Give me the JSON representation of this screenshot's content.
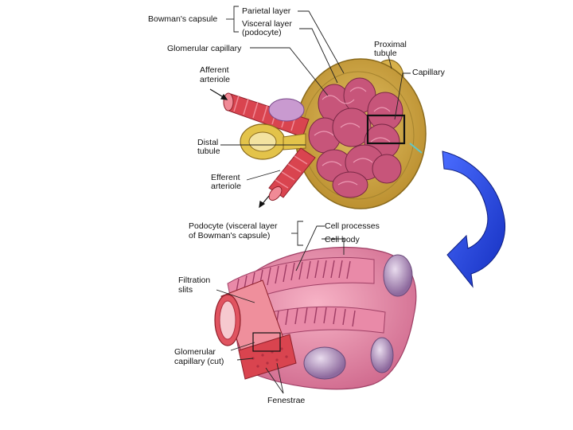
{
  "labels": {
    "bowmans_capsule": "Bowman's capsule",
    "parietal_layer": "Parietal layer",
    "visceral_layer_1": "Visceral layer",
    "visceral_layer_2": "(podocyte)",
    "glomerular_capillary": "Glomerular capillary",
    "proximal_tubule_1": "Proximal",
    "proximal_tubule_2": "tubule",
    "capillary": "Capillary",
    "afferent_arteriole_1": "Afferent",
    "afferent_arteriole_2": "arteriole",
    "distal_tubule_1": "Distal",
    "distal_tubule_2": "tubule",
    "efferent_arteriole_1": "Efferent",
    "efferent_arteriole_2": "arteriole",
    "podocyte_1": "Podocyte (visceral layer",
    "podocyte_2": "of Bowman's capsule)",
    "cell_processes": "Cell processes",
    "cell_body": "Cell body",
    "filtration_slits_1": "Filtration",
    "filtration_slits_2": "slits",
    "glomerular_capillary_cut_1": "Glomerular",
    "glomerular_capillary_cut_2": "capillary (cut)",
    "fenestrae": "Fenestrae"
  },
  "colors": {
    "capsule_fill": "#c9a23c",
    "capsule_edge": "#8a6a1c",
    "vessel_red": "#d9444f",
    "vessel_light": "#f08a96",
    "glomerulus_pink": "#c7557a",
    "podocyte_pink": "#e98aa8",
    "podocyte_shadow": "#c25a7e",
    "nucleus": "#b08ab8",
    "arrow_blue": "#1f3fd6",
    "leader": "#222222"
  }
}
